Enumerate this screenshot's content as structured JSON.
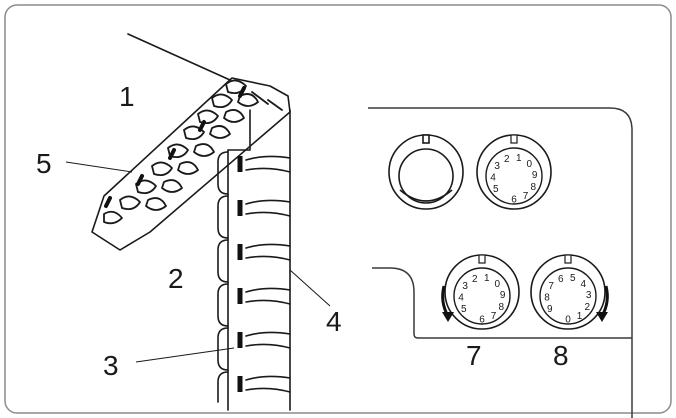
{
  "callouts": {
    "c1": "1",
    "c2": "2",
    "c3": "3",
    "c4": "4",
    "c5": "5",
    "c7": "7",
    "c8": "8"
  },
  "dials": {
    "plain": {
      "label": ""
    },
    "tension_top": {
      "digits": [
        "5",
        "4",
        "3",
        "2",
        "1",
        "0",
        "9",
        "8",
        "7",
        "6"
      ]
    },
    "dial_7": {
      "digits": [
        "5",
        "4",
        "3",
        "2",
        "1",
        "0",
        "9",
        "8",
        "7",
        "6"
      ]
    },
    "dial_8": {
      "digits": [
        "9",
        "8",
        "7",
        "6",
        "5",
        "4",
        "3",
        "2",
        "1",
        "0"
      ]
    }
  },
  "colors": {
    "ink": "#1a1a1a",
    "frame": "#9a9a9a",
    "fabric_mark": "#111111"
  }
}
